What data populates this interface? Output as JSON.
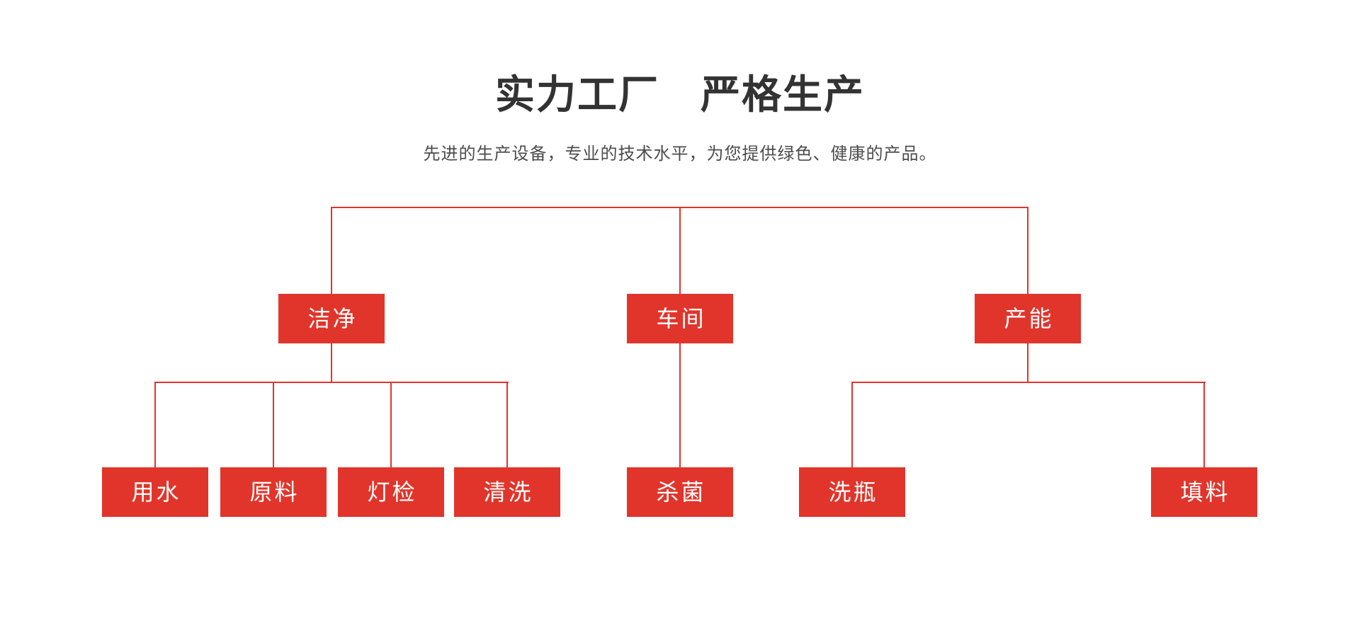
{
  "page": {
    "title": "实力工厂　严格生产",
    "subtitle": "先进的生产设备，专业的技术水平，为您提供绿色、健康的产品。"
  },
  "colors": {
    "accent": "#e1352b",
    "title_text": "#333333",
    "subtitle_text": "#4c4c4c",
    "node_text": "#ffffff"
  },
  "diagram": {
    "type": "tree",
    "branches": [
      {
        "label": "洁净",
        "children": [
          {
            "label": "用水"
          },
          {
            "label": "原料"
          },
          {
            "label": "灯检"
          },
          {
            "label": "清洗"
          }
        ]
      },
      {
        "label": "车间",
        "children": [
          {
            "label": "杀菌"
          }
        ]
      },
      {
        "label": "产能",
        "children": [
          {
            "label": "洗瓶"
          },
          {
            "label": "填料"
          }
        ]
      }
    ]
  }
}
